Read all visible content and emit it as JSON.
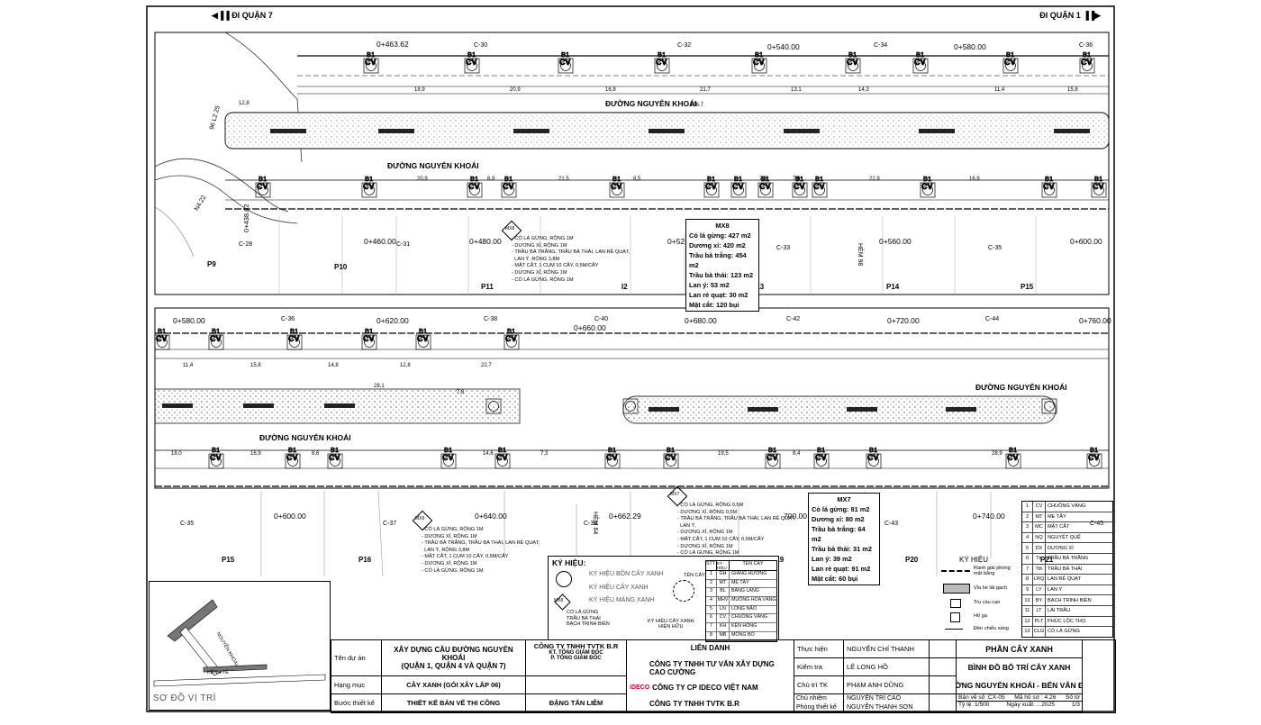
{
  "header": {
    "left_direction": "ĐI QUẬN 7",
    "right_direction": "ĐI QUẬN 1"
  },
  "road_labels": {
    "north_top": "ĐƯỜNG NGUYỄN KHOÁI",
    "south_top": "ĐƯỜNG NGUYỄN KHOÁI",
    "south_bottom_left": "ĐƯỜNG NGUYỄN KHOÁI",
    "north_bottom_right": "ĐƯỜNG NGUYỄN KHOÁI"
  },
  "top_stations": [
    "0+463.62",
    "0+540.00",
    "0+580.00",
    "0+460.00",
    "0+480.00",
    "0+52",
    "0+560.00",
    "0+600.00",
    "0+438.62"
  ],
  "bottom_stations": [
    "0+580.00",
    "0+620.00",
    "0+660.00",
    "0+680.00",
    "0+720.00",
    "0+760.00",
    "0+600.00",
    "0+640.00",
    "0+662.29",
    "700.00",
    "0+740.00"
  ],
  "cross_sections_top": [
    "C-30",
    "C-32",
    "C-34",
    "C-36",
    "C-31",
    "C-33",
    "C-35",
    "C-28"
  ],
  "cross_sections_bottom": [
    "C-36",
    "C-38",
    "C-40",
    "C-42",
    "C-44",
    "C-35",
    "C-37",
    "C-39",
    "C-43",
    "C-45"
  ],
  "tree_codes": {
    "cv": "CV",
    "b1": "B1"
  },
  "parcels_top": [
    "P9",
    "P10",
    "P11",
    "I2",
    "P13",
    "P14",
    "P15"
  ],
  "parcels_bottom": [
    "P15",
    "P16",
    "P19",
    "P20",
    "P21"
  ],
  "lanes": {
    "hem_top": "HẺM 98",
    "hem_bottom": "HẺM 64",
    "ramp_left": "96 L2 25",
    "ramp_left2": "N4.22"
  },
  "dimensions_top": [
    "18,9",
    "20,9",
    "16,8",
    "21,7",
    "13,1",
    "14,3",
    "11,4",
    "15,8",
    "12,8",
    "156,7",
    "20,9",
    "6,9",
    "21,5",
    "8,5",
    "7,5",
    "7,6",
    "22,9",
    "16,8"
  ],
  "dimensions_bottom": [
    "11,4",
    "15,8",
    "14,8",
    "12,8",
    "22,7",
    "28,1",
    "7,8",
    "18,0",
    "16,9",
    "8,6",
    "7,3",
    "14,6",
    "19,5",
    "8,4",
    "28,9"
  ],
  "mx_boxes": [
    {
      "id": "MX8",
      "lines": [
        "Cỏ lá gừng: 427 m2",
        "Dương xỉ: 420  m2",
        "Trầu bà trắng: 454 m2",
        "Trầu bà thái: 123 m2",
        "Lan ý: 53 m2",
        "Lan rẻ quạt: 30 m2",
        "Mặt cắt: 120 bụi"
      ]
    },
    {
      "id": "MX7",
      "lines": [
        "Cỏ lá gừng: 81 m2",
        "Dương xỉ: 80  m2",
        "Trầu bà trắng: 64 m2",
        "Trầu bà thái: 31 m2",
        "Lan ý: 39 m2",
        "Lan rẻ quạt: 91 m2",
        "Mặt cắt: 60 bụi"
      ]
    }
  ],
  "plant_notes": {
    "mx8_label": "MX8",
    "mx8": "- CỎ LÁ GỪNG, RỘNG 1M\n- DƯƠNG XỈ, RỘNG 1M\n- TRẦU BÀ TRẮNG, TRẦU BÀ THÁI, LAN RẺ QUẠT,\n  LAN Ý, RỘNG 3,8M\n- MẶT CẮT, 1 CỤM 10 CÂY, 0,5M/CÂY\n- DƯƠNG XỈ, RỘNG 1M\n- CỎ LÁ GỪNG, RỘNG 1M",
    "mx9_label": "MX9",
    "mx9": "- CỎ LÁ GỪNG, RỘNG 1M\n- DƯƠNG XỈ, RỘNG 1M\n- TRẦU BÀ TRẮNG, TRẦU BÀ THÁI, LAN RẺ QUẠT,\n  LAN Ý, RỘNG 3,8M\n- MẶT CẮT, 1 CỤM 10 CÂY, 0,5M/CÂY\n- DƯƠNG XỈ, RỘNG 1M\n- CỎ LÁ GỪNG, RỘNG 1M",
    "mx7_label": "MX7",
    "mx7": "- CỎ LÁ GỪNG, RỘNG 0,5M\n- DƯƠNG XỈ, RỘNG 0,5M\n- TRẦU BÀ TRẮNG, TRẦU BÀ THÁI, LAN RẺ QUẠT,\n  LAN Ý,\n- DƯƠNG XỈ, RỘNG 1M\n- MẶT CẮT, 1 CỤM 10 CÂY, 0,5M/CÂY\n- DƯƠNG XỈ, RỘNG 1M\n- CỎ LÁ GỪNG, RỘNG 1M"
  },
  "symbol_legend": {
    "title": "KÝ HIỆU:",
    "items": [
      "KÝ HIỆU BỒN CÂY XANH",
      "KÝ HIỆU CÂY XANH",
      "KÝ HIỆU MẢNG XANH"
    ],
    "mx_sample": "MX8",
    "mx_sample_lines": [
      "CỎ LÁ GỪNG",
      "TRẦU BÀ THÁI",
      "BẠCH TRINH BIỂN"
    ],
    "existing_tree": "KÝ HIỆU CÂY XANH\nHIỆN HỮU",
    "tree_name": "TÊN CÂY"
  },
  "tree_table": {
    "headers": [
      "STT",
      "KÝ HIỆU",
      "TÊN CÂY"
    ],
    "rows": [
      [
        "1",
        "GH",
        "GIÁNG HƯƠNG"
      ],
      [
        "2",
        "MT",
        "ME TÂY"
      ],
      [
        "3",
        "BL",
        "BẰNG LĂNG"
      ],
      [
        "4",
        "MHV",
        "MUỒNG HOA VÀNG"
      ],
      [
        "5",
        "LN",
        "LONG NÃO"
      ],
      [
        "6",
        "CV",
        "CHUÔNG VÀNG"
      ],
      [
        "7",
        "KH",
        "KÈN HỒNG"
      ],
      [
        "8",
        "MB",
        "MÓNG BÒ"
      ]
    ]
  },
  "right_legend": {
    "title": "KÝ HIỆU",
    "items": [
      "Ranh giải phóng mặt bằng",
      "Vỉa hè lát gạch",
      "Trụ cầu cạn",
      "Hố ga",
      "Đèn chiếu sáng"
    ]
  },
  "plant_list": [
    [
      "1",
      "CV",
      "CHUÔNG VÀNG"
    ],
    [
      "2",
      "MT",
      "ME TÂY"
    ],
    [
      "3",
      "MC",
      "MẶT CẮT"
    ],
    [
      "4",
      "NQ",
      "NGUYỆT QUẾ"
    ],
    [
      "5",
      "DX",
      "DƯƠNG XỈ"
    ],
    [
      "6",
      "Ttr",
      "TRẦU BÀ TRẮNG"
    ],
    [
      "7",
      "Tth",
      "TRẦU BÀ THÁI"
    ],
    [
      "8",
      "LRQ",
      "LAN RẺ QUẠT"
    ],
    [
      "9",
      "LY",
      "LAN Ý"
    ],
    [
      "10",
      "BY",
      "BẠCH TRINH BIỂN"
    ],
    [
      "11",
      "LT",
      "LÀI TRÂU"
    ],
    [
      "12",
      "PLT",
      "PHÚC LỘC THỌ"
    ],
    [
      "13",
      "CLG",
      "CỎ LÁ GỪNG"
    ]
  ],
  "location_map": {
    "title": "SƠ ĐỒ VỊ TRÍ",
    "labels": [
      "KÊNH TẺ",
      "NGUYỄN KHOÁI"
    ]
  },
  "title_block": {
    "project_label": "Tên dự án",
    "project_value": "XÂY DỰNG CẦU ĐƯỜNG NGUYỄN KHOÁI\n(QUẬN 1, QUẬN 4 VÀ QUẬN 7)",
    "item_label": "Hạng mục",
    "item_value": "CÂY XANH (GÓI XÂY LẮP 06)",
    "stage_label": "Bước thiết kế",
    "stage_value": "THIẾT KẾ BẢN VẼ THI CÔNG",
    "company": "CÔNG TY TNHH TVTK B.R",
    "director_line1": "KT. TỔNG GIÁM ĐỐC",
    "director_line2": "P. TỔNG GIÁM ĐỐC",
    "director_name": "ĐẶNG TẤN LIÊM",
    "joint_title": "LIÊN DANH",
    "joint_1": "CÔNG TY TNHH TƯ VẤN XÂY DỰNG CAO CƯỜNG",
    "joint_2": "CÔNG TY CP IDECO VIỆT NAM",
    "joint_3": "CÔNG TY TNHH TVTK B.R",
    "logo_ideco": "iDECO",
    "roles": [
      [
        "Thực hiện",
        "NGUYỄN CHÍ THANH"
      ],
      [
        "Kiểm tra",
        "LÊ LONG HỒ"
      ],
      [
        "Chủ trì TK",
        "PHẠM ANH DŨNG"
      ],
      [
        "Chủ nhiệm",
        "NGUYỄN TRÍ CAO"
      ],
      [
        "Phòng thiết kế",
        "NGUYỄN THANH SƠN"
      ]
    ],
    "sheet_heading": "PHẦN CÂY XANH",
    "sheet_title_1": "BÌNH ĐỒ BỐ TRÍ CÂY XANH",
    "sheet_title_2": "ĐƯỜNG NGUYỄN KHOÁI - BẾN VÂN ĐỒN",
    "drawing_no_label": "Bản vẽ số",
    "drawing_no": ":CX-05",
    "file_no_label": "Mã hồ sơ :",
    "file_no": "4.26",
    "sheet_no_label": "Số tờ",
    "scale_label": "Tỷ lệ",
    "scale": ":1/500",
    "date_label": "Ngày xuất:",
    "date": "...2025",
    "sheet_count": "1/3"
  }
}
